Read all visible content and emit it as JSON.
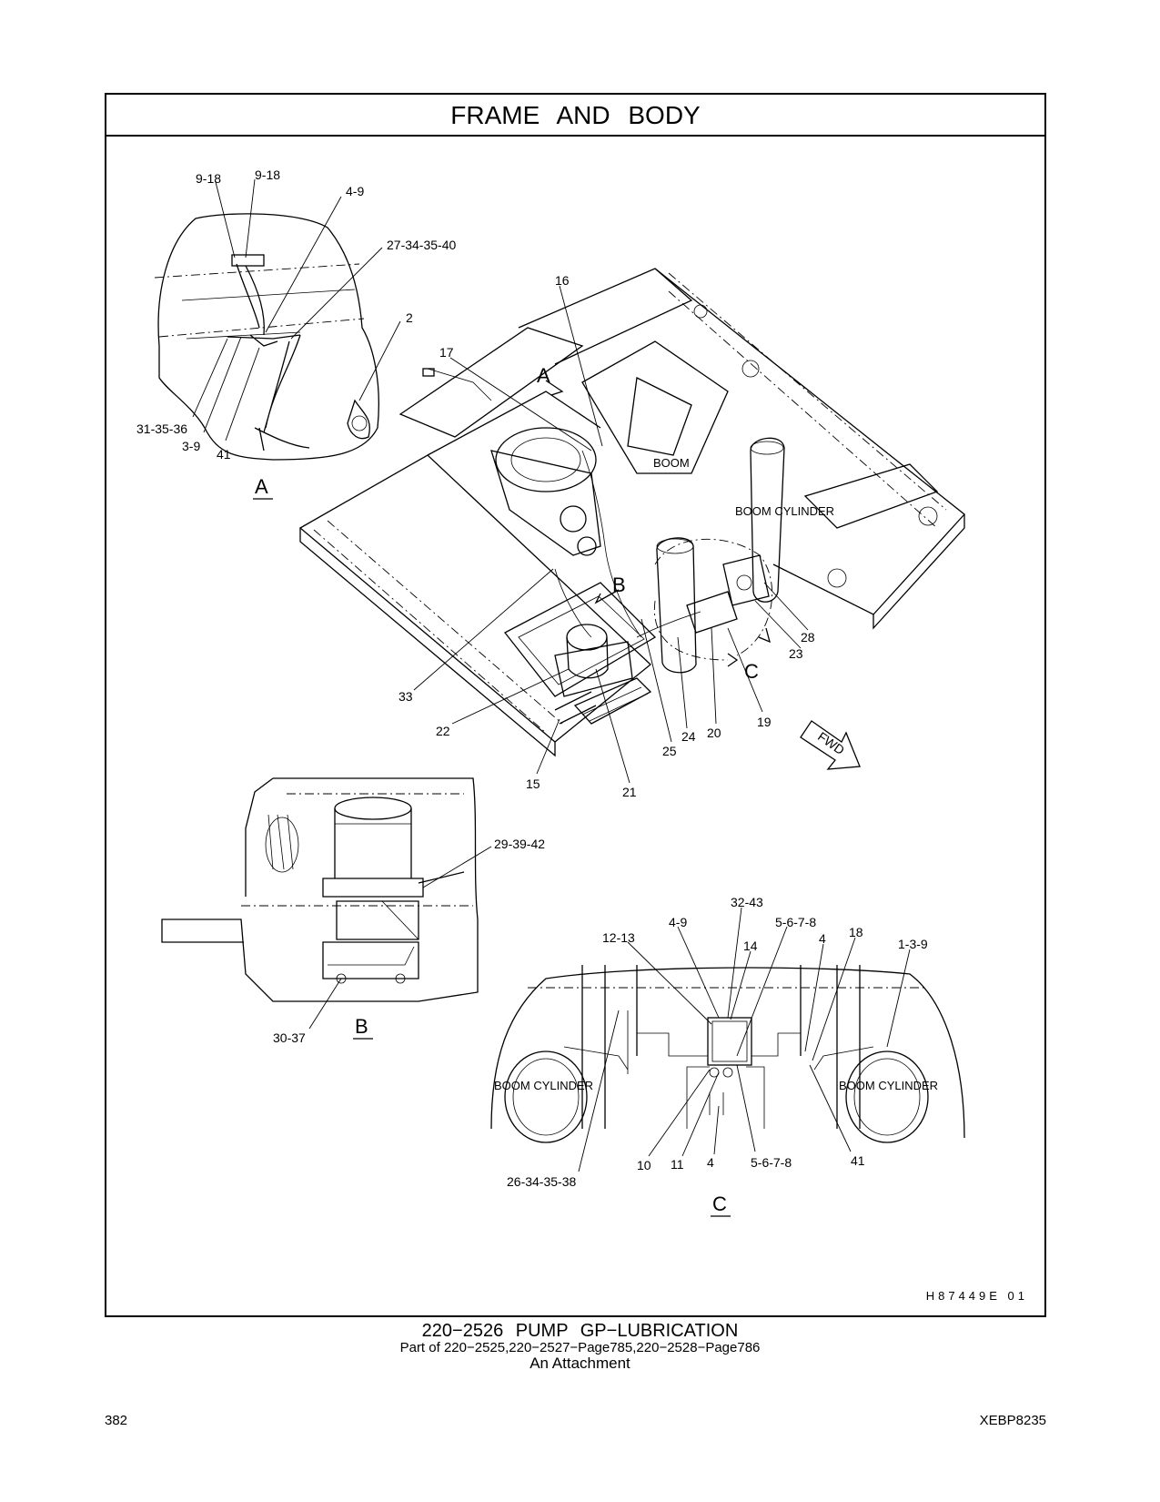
{
  "page": {
    "title": "FRAME AND BODY",
    "art_id": "H87449E 01",
    "caption": {
      "line1": "220−2526 PUMP GP−LUBRICATION",
      "line2": "Part of 220−2525,220−2527−Page785,220−2528−Page786",
      "line3": "An Attachment"
    },
    "page_number": "382",
    "doc_id": "XEBP8235"
  },
  "views": {
    "a": "A",
    "b": "B",
    "c": "C",
    "fwd": "FWD"
  },
  "detail_a_callouts": [
    "9-18",
    "9-18",
    "4-9",
    "27-34-35-40",
    "2",
    "31-35-36",
    "3-9",
    "41"
  ],
  "main_callouts": [
    "16",
    "17",
    "33",
    "22",
    "15",
    "21",
    "25",
    "24",
    "20",
    "19",
    "23",
    "28"
  ],
  "main_text": {
    "boom": "BOOM",
    "boom_cylinder": "BOOM CYLINDER"
  },
  "detail_b_callouts": [
    "29-39-42",
    "30-37"
  ],
  "detail_c_callouts": [
    "32-43",
    "4-9",
    "5-6-7-8",
    "12-13",
    "14",
    "4",
    "18",
    "1-3-9",
    "10",
    "11",
    "4",
    "5-6-7-8",
    "41",
    "26-34-35-38"
  ],
  "detail_c_text": {
    "boom_cylinder_left": "BOOM CYLINDER",
    "boom_cylinder_right": "BOOM CYLINDER"
  }
}
